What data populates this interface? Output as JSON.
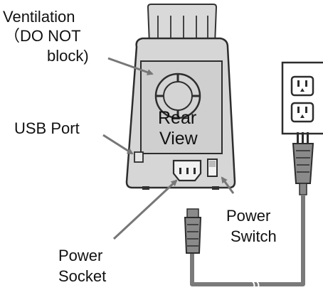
{
  "labels": {
    "ventilation_line1": "Ventilation",
    "ventilation_line2": "（DO NOT",
    "ventilation_line3": "block)",
    "rear_view_line1": "Rear",
    "rear_view_line2": "View",
    "usb_port": "USB  Port",
    "power_switch_line1": "Power",
    "power_switch_line2": "Switch",
    "power_socket_line1": "Power",
    "power_socket_line2": "Socket"
  }
}
